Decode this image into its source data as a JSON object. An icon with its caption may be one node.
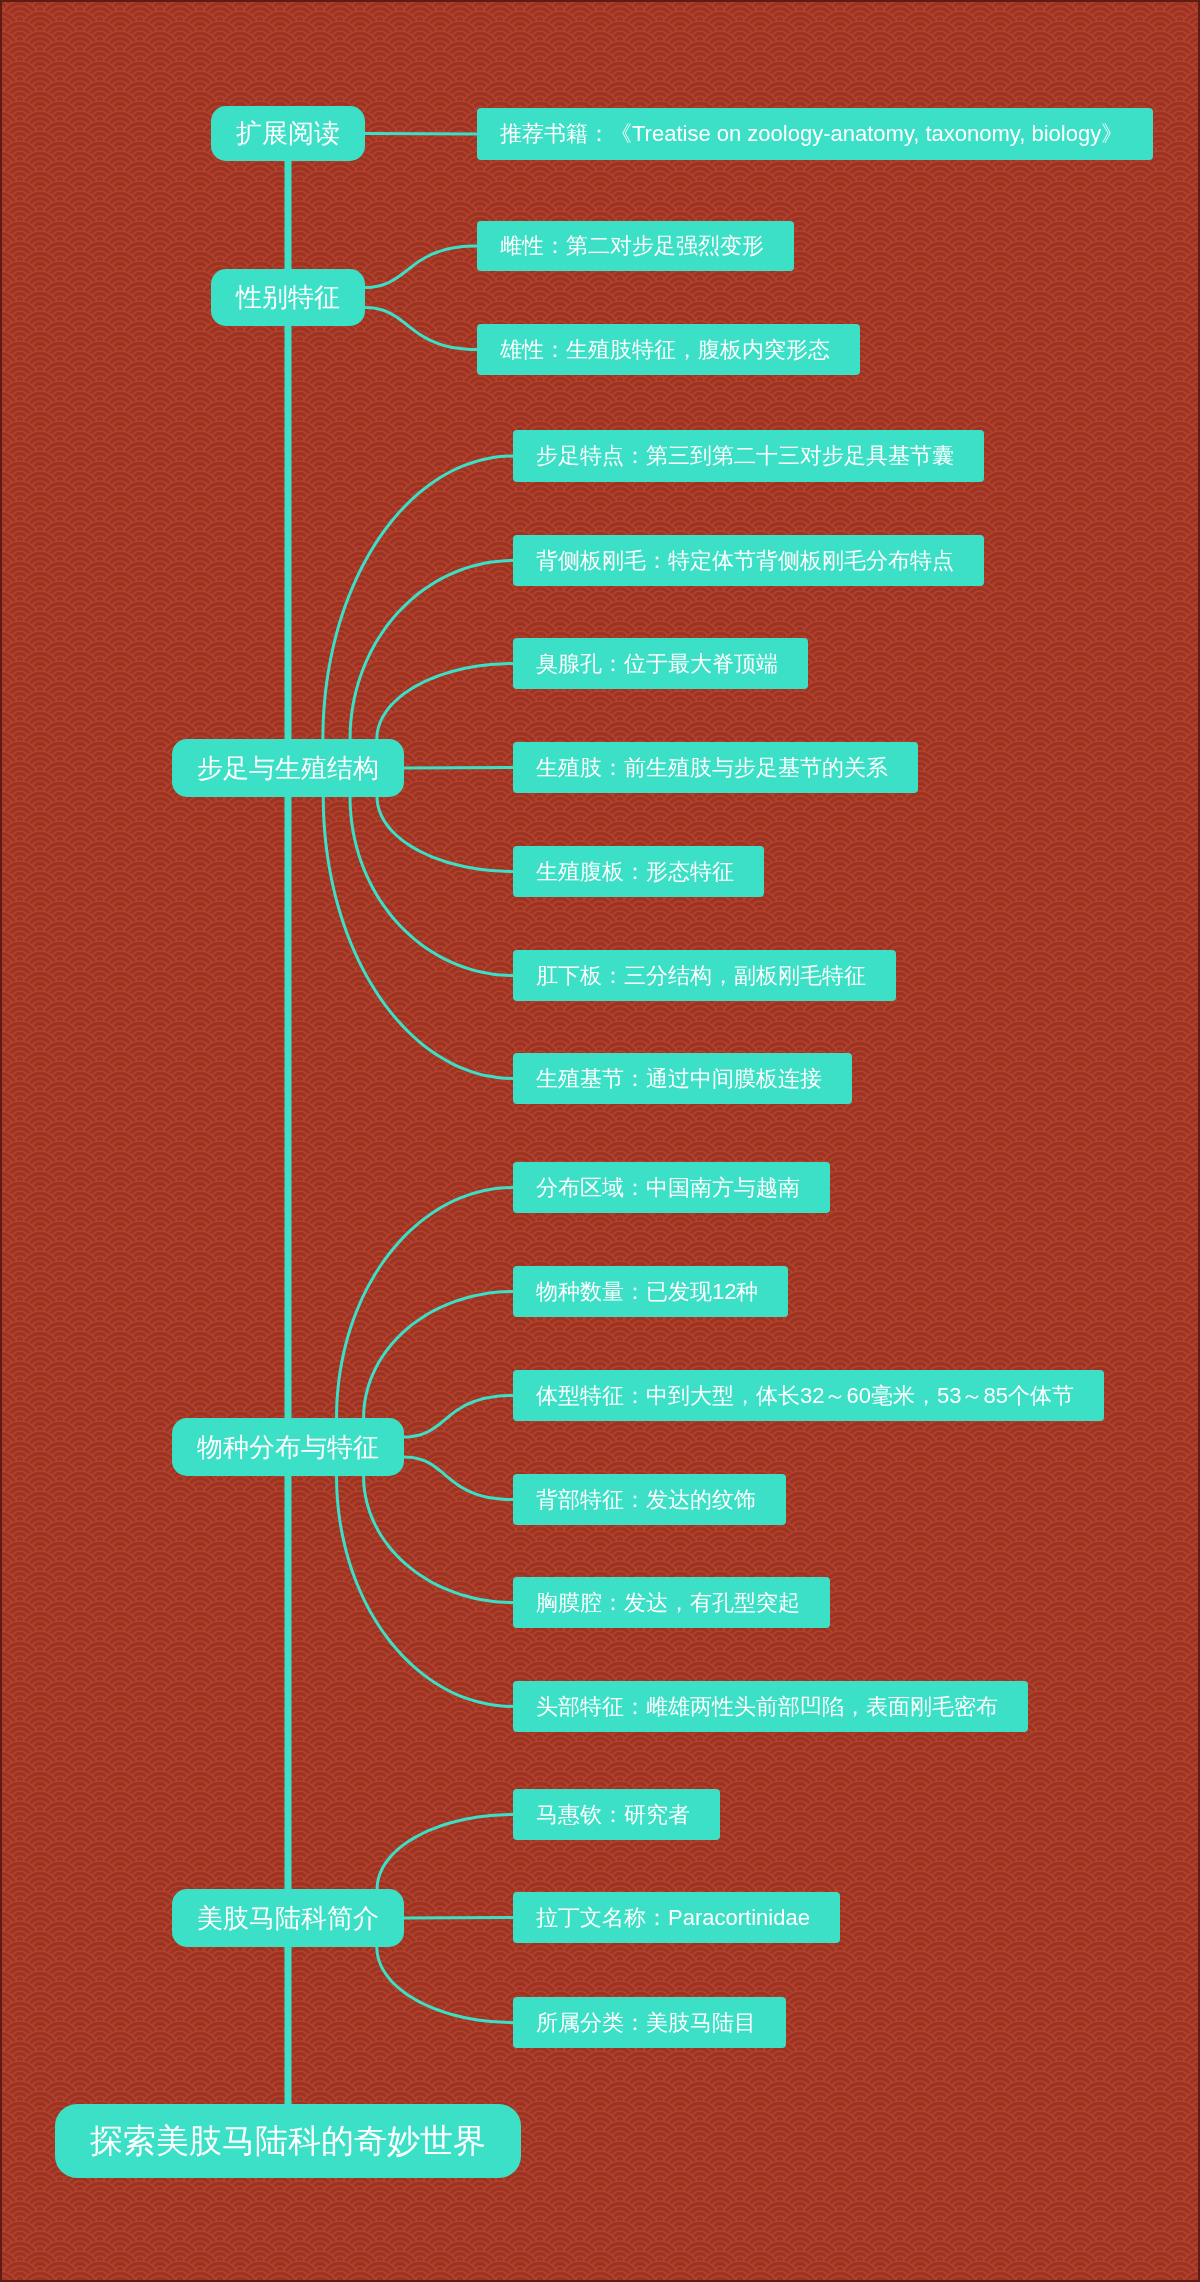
{
  "diagram": {
    "nodes": [
      {
        "text": [
          "扩展阅读"
        ]
      },
      {
        "text": [
          "推荐书籍：《Treatise on zoology-anatomy, taxonomy, biology》"
        ]
      },
      {
        "text": [
          "性别特征"
        ]
      },
      {
        "text": [
          "雌性：第二对步足强烈变形"
        ]
      },
      {
        "text": [
          "雄性：生殖肢特征，腹板内突形态"
        ]
      },
      {
        "text": [
          "步足与生殖结构"
        ]
      },
      {
        "text": [
          "步足特点：第三到第二十三对步足具基节囊"
        ]
      },
      {
        "text": [
          "背侧板刚毛：特定体节背侧板刚毛分布特点"
        ]
      },
      {
        "text": [
          "臭腺孔：位于最大脊顶端"
        ]
      },
      {
        "text": [
          "生殖肢：前生殖肢与步足基节的关系"
        ]
      },
      {
        "text": [
          "生殖腹板：形态特征"
        ]
      },
      {
        "text": [
          "肛下板：三分结构，副板刚毛特征"
        ]
      },
      {
        "text": [
          "生殖基节：通过中间膜板连接"
        ]
      },
      {
        "text": [
          "物种分布与特征"
        ]
      },
      {
        "text": [
          "分布区域：中国南方与越南"
        ]
      },
      {
        "text": [
          "物种数量：已发现12种"
        ]
      },
      {
        "text": [
          "体型特征：中到大型，体长32～60毫米，53～85个体节"
        ]
      },
      {
        "text": [
          "背部特征：发达的纹饰"
        ]
      },
      {
        "text": [
          "胸膜腔：发达，有孔型突起"
        ]
      },
      {
        "text": [
          "头部特征：雌雄两性头前部凹陷，表面刚毛密布"
        ]
      },
      {
        "text": [
          "美肢马陆科简介"
        ]
      },
      {
        "text": [
          "马惠钦：研究者"
        ]
      },
      {
        "text": [
          "拉丁文名称：Paracortinidae"
        ]
      },
      {
        "text": [
          "所属分类：美肢马陆目"
        ]
      },
      {
        "text": [
          "探索美肢马陆科的奇妙世界"
        ]
      }
    ],
    "edges": [
      {
        "from": 2,
        "to": 0,
        "arrow": "none",
        "style": "thick"
      },
      {
        "from": 0,
        "to": 1,
        "arrow": "none"
      },
      {
        "from": 5,
        "to": 2,
        "arrow": "none",
        "style": "thick"
      },
      {
        "from": 2,
        "to": 3,
        "arrow": "none"
      },
      {
        "from": 2,
        "to": 4,
        "arrow": "none"
      },
      {
        "from": 13,
        "to": 5,
        "arrow": "none",
        "style": "thick"
      },
      {
        "from": 5,
        "to": 6,
        "arrow": "none"
      },
      {
        "from": 5,
        "to": 7,
        "arrow": "none"
      },
      {
        "from": 5,
        "to": 8,
        "arrow": "none"
      },
      {
        "from": 5,
        "to": 9,
        "arrow": "none"
      },
      {
        "from": 5,
        "to": 10,
        "arrow": "none"
      },
      {
        "from": 5,
        "to": 11,
        "arrow": "none"
      },
      {
        "from": 5,
        "to": 12,
        "arrow": "none"
      },
      {
        "from": 20,
        "to": 13,
        "arrow": "none",
        "style": "thick"
      },
      {
        "from": 13,
        "to": 14,
        "arrow": "none"
      },
      {
        "from": 13,
        "to": 15,
        "arrow": "none"
      },
      {
        "from": 13,
        "to": 16,
        "arrow": "none"
      },
      {
        "from": 13,
        "to": 17,
        "arrow": "none"
      },
      {
        "from": 13,
        "to": 18,
        "arrow": "none"
      },
      {
        "from": 13,
        "to": 19,
        "arrow": "none"
      },
      {
        "from": 24,
        "to": 20,
        "arrow": "none",
        "style": "thick"
      },
      {
        "from": 20,
        "to": 21,
        "arrow": "none"
      },
      {
        "from": 20,
        "to": 22,
        "arrow": "none"
      },
      {
        "from": 20,
        "to": 23,
        "arrow": "none"
      }
    ]
  }
}
